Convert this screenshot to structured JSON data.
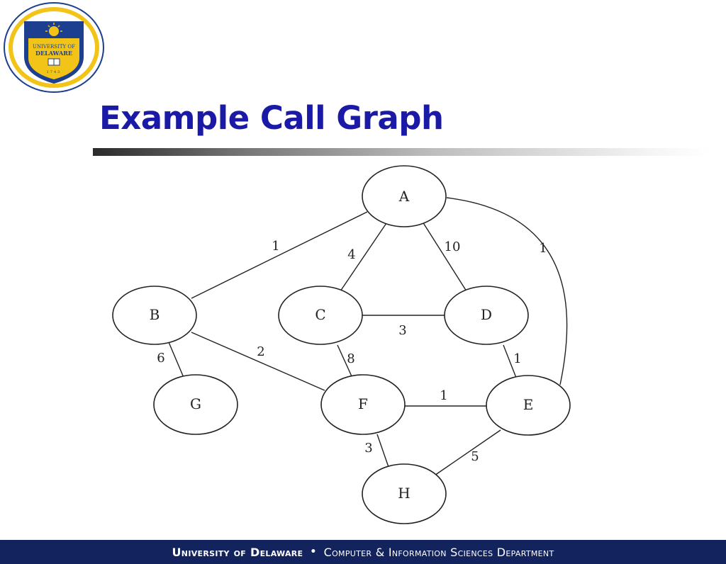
{
  "logo": {
    "text_top": "UNIVERSITY OF",
    "text_main": "DELAWARE",
    "year": "1743",
    "colors": {
      "blue": "#1d3f8f",
      "gold": "#f2c418"
    }
  },
  "slide": {
    "title": "Example Call Graph"
  },
  "graph": {
    "nodes": [
      {
        "id": "A",
        "label": "A"
      },
      {
        "id": "B",
        "label": "B"
      },
      {
        "id": "C",
        "label": "C"
      },
      {
        "id": "D",
        "label": "D"
      },
      {
        "id": "E",
        "label": "E"
      },
      {
        "id": "F",
        "label": "F"
      },
      {
        "id": "G",
        "label": "G"
      },
      {
        "id": "H",
        "label": "H"
      }
    ],
    "edges": [
      {
        "from": "A",
        "to": "B",
        "weight": "1"
      },
      {
        "from": "A",
        "to": "C",
        "weight": "4"
      },
      {
        "from": "A",
        "to": "D",
        "weight": "10"
      },
      {
        "from": "A",
        "to": "E",
        "weight": "1"
      },
      {
        "from": "C",
        "to": "D",
        "weight": "3"
      },
      {
        "from": "B",
        "to": "G",
        "weight": "6"
      },
      {
        "from": "B",
        "to": "F",
        "weight": "2"
      },
      {
        "from": "C",
        "to": "F",
        "weight": "8"
      },
      {
        "from": "D",
        "to": "E",
        "weight": "1"
      },
      {
        "from": "F",
        "to": "E",
        "weight": "1"
      },
      {
        "from": "F",
        "to": "H",
        "weight": "3"
      },
      {
        "from": "E",
        "to": "H",
        "weight": "5"
      }
    ]
  },
  "footer": {
    "university": "University of Delaware",
    "separator": "•",
    "department": "Computer & Information Sciences Department"
  }
}
